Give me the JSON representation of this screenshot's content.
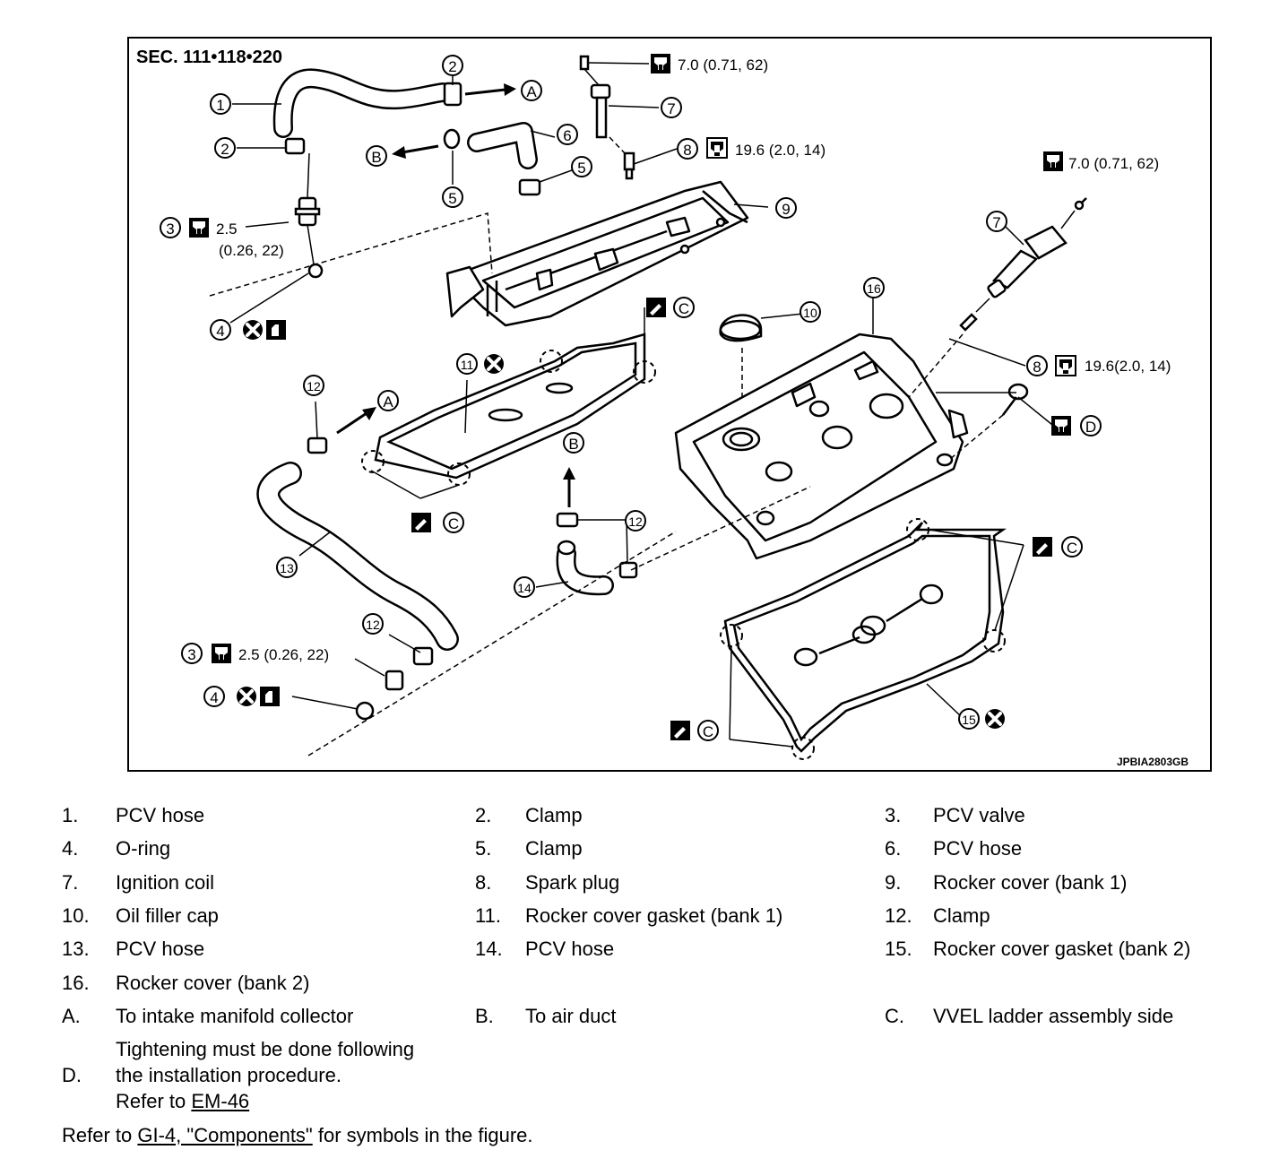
{
  "figure": {
    "section_label": "SEC. 111•118•220",
    "figure_id": "JPBIA2803GB",
    "callouts": {
      "c1": "1",
      "c2": "2",
      "c3": "3",
      "c4": "4",
      "c5": "5",
      "c6": "6",
      "c7": "7",
      "c8": "8",
      "c9": "9",
      "c10": "10",
      "c11": "11",
      "c12": "12",
      "c13": "13",
      "c14": "14",
      "c15": "15",
      "c16": "16",
      "A": "A",
      "B": "B",
      "C": "C",
      "D": "D"
    },
    "torque": {
      "coil": "7.0 (0.71, 62)",
      "coil_right": "7.0 (0.71, 62)",
      "plug_left": "19.6 (2.0, 14)",
      "plug_right": "19.6(2.0, 14)",
      "valve_top_a": "2.5",
      "valve_top_b": "(0.26, 22)",
      "valve_bottom": "2.5 (0.26, 22)"
    }
  },
  "legend": [
    [
      {
        "n": "1.",
        "t": "PCV hose"
      },
      {
        "n": "2.",
        "t": "Clamp"
      },
      {
        "n": "3.",
        "t": "PCV valve"
      }
    ],
    [
      {
        "n": "4.",
        "t": "O-ring"
      },
      {
        "n": "5.",
        "t": "Clamp"
      },
      {
        "n": "6.",
        "t": "PCV hose"
      }
    ],
    [
      {
        "n": "7.",
        "t": "Ignition coil"
      },
      {
        "n": "8.",
        "t": "Spark plug"
      },
      {
        "n": "9.",
        "t": "Rocker cover (bank 1)"
      }
    ],
    [
      {
        "n": "10.",
        "t": "Oil filler cap"
      },
      {
        "n": "11.",
        "t": "Rocker cover gasket (bank 1)"
      },
      {
        "n": "12.",
        "t": "Clamp"
      }
    ],
    [
      {
        "n": "13.",
        "t": "PCV hose"
      },
      {
        "n": "14.",
        "t": "PCV hose"
      },
      {
        "n": "15.",
        "t": "Rocker cover gasket (bank 2)"
      }
    ],
    [
      {
        "n": "16.",
        "t": "Rocker cover (bank 2)"
      }
    ],
    [
      {
        "n": "A.",
        "t": "To intake manifold collector"
      },
      {
        "n": "B.",
        "t": "To air duct"
      },
      {
        "n": "C.",
        "t": "VVEL ladder assembly side"
      }
    ]
  ],
  "legend_d": {
    "n": "D.",
    "line1": "Tightening must be done following",
    "line2": "the installation procedure.",
    "line3_prefix": "Refer to ",
    "line3_link": "EM-46"
  },
  "footer": {
    "prefix": "Refer to ",
    "link": "GI-4, \"Components\"",
    "suffix": " for symbols in the figure."
  }
}
